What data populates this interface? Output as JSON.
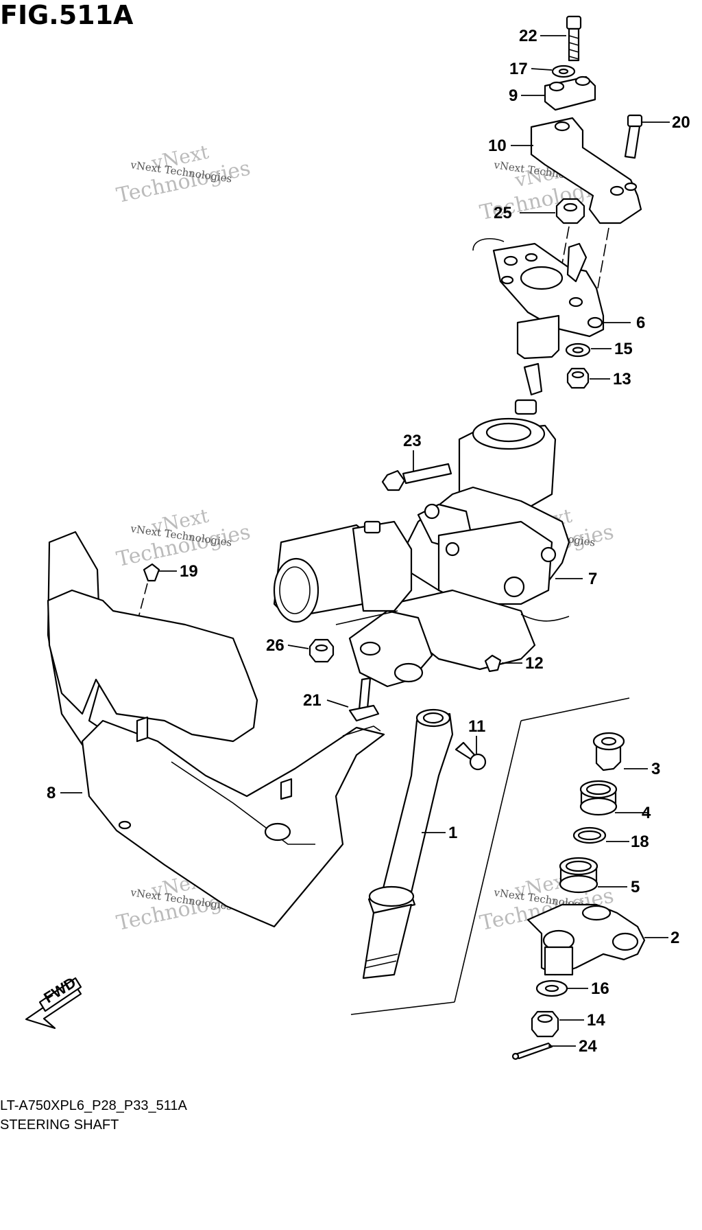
{
  "figure": {
    "title": "FIG.511A",
    "model_code": "LT-A750XPL6_P28_P33_511A",
    "name": "STEERING SHAFT",
    "fwd_label": "FWD"
  },
  "watermark": {
    "line1": "vNext",
    "line2": "Technologies",
    "small": "vNext Technologies"
  },
  "callouts": [
    "1",
    "2",
    "3",
    "4",
    "5",
    "6",
    "7",
    "8",
    "9",
    "10",
    "11",
    "12",
    "13",
    "14",
    "15",
    "16",
    "17",
    "18",
    "19",
    "20",
    "21",
    "22",
    "23",
    "24",
    "25",
    "26"
  ]
}
